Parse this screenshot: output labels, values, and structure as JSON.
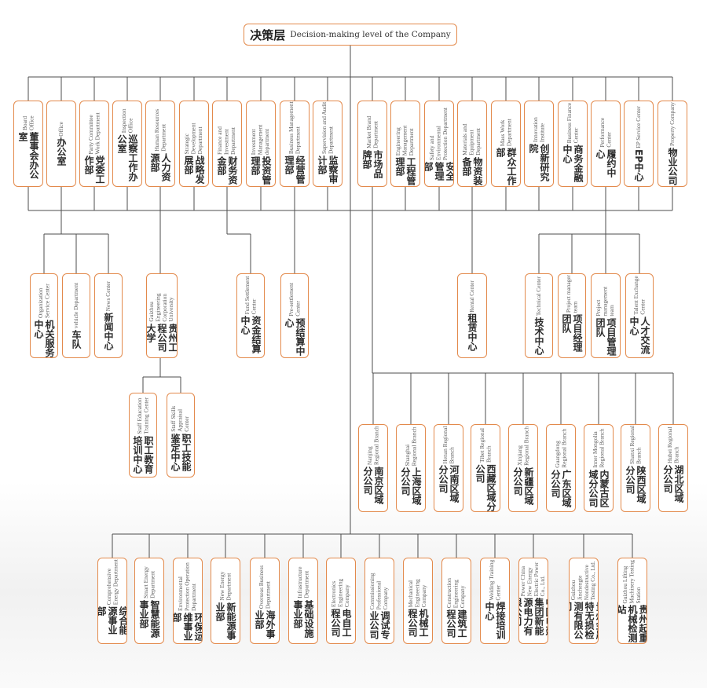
{
  "root": {
    "zh": "决策层",
    "en": "Decision-making level of the Company"
  },
  "colors": {
    "accent": "#e38a4c",
    "line": "#4d4d4d"
  },
  "departments": [
    {
      "zh": "董事会办公室",
      "en": "Board Office"
    },
    {
      "zh": "办公室",
      "en": "Office"
    },
    {
      "zh": "党委工作部",
      "en": "Party Committee Work Department"
    },
    {
      "zh": "巡察工作办公室",
      "en": "Inspection Office"
    },
    {
      "zh": "人力资源部",
      "en": "Human Resources Department"
    },
    {
      "zh": "战略发展部",
      "en": "Strategic Development Department"
    },
    {
      "zh": "财务资金部",
      "en": "Finance and Investment Department"
    },
    {
      "zh": "投资管理部",
      "en": "Investment Management department"
    },
    {
      "zh": "经营管理部",
      "en": "Business Management Department"
    },
    {
      "zh": "监察审计部",
      "en": "Supervision and Audit Department"
    },
    {
      "zh": "市场品牌部",
      "en": "Market Brand Department"
    },
    {
      "zh": "工程管理部",
      "en": "Engineering Management Department"
    },
    {
      "zh": "安全管理部",
      "en": "Safety and Environmental Protection Department"
    },
    {
      "zh": "物资装备部",
      "en": "Materials and Equipment Department"
    },
    {
      "zh": "群众工作部",
      "en": "Mass Work Department"
    },
    {
      "zh": "创新研究院",
      "en": "Innovation Institute"
    },
    {
      "zh": "商务金融中心",
      "en": "Business Finance Center"
    },
    {
      "zh": "履约中心",
      "en": "Performance Center"
    },
    {
      "zh": "EP中心",
      "en": "EP Service Center"
    },
    {
      "zh": "物业公司",
      "en": "Property Company"
    }
  ],
  "sub_units": [
    {
      "zh": "机关服务中心",
      "en": "Organization Service Center"
    },
    {
      "zh": "车队",
      "en": "vehicle Department"
    },
    {
      "zh": "新闻中心",
      "en": "News Center"
    },
    {
      "zh": "贵州工程公司大学",
      "en": "Guizhou Engineering Corporation University"
    },
    {
      "zh": "资金结算中心",
      "en": "Fund Settlement Center"
    },
    {
      "zh": "预结算中心",
      "en": "Pre-settlement Center"
    },
    {
      "zh": "租赁中心",
      "en": "Rental Center"
    },
    {
      "zh": "技术中心",
      "en": "Technical Center"
    },
    {
      "zh": "项目经理团队",
      "en": "Project manager team"
    },
    {
      "zh": "项目管理团队",
      "en": "Project management team"
    },
    {
      "zh": "人才交流中心",
      "en": "Talent Exchange Center"
    },
    {
      "zh": "职工教育培训中心",
      "en": "Staff Education Training Center"
    },
    {
      "zh": "职工技能鉴定中心",
      "en": "Staff Skills Appraisal Center"
    }
  ],
  "regional_branches": [
    {
      "zh": "南京区域分公司",
      "en": "Nanjing Regional Branch"
    },
    {
      "zh": "上海区域分公司",
      "en": "Shanghai Regional Branch"
    },
    {
      "zh": "河南区域分公司",
      "en": "Henan Regional Branch"
    },
    {
      "zh": "西藏区域分公司",
      "en": "Tibet Regional Branch"
    },
    {
      "zh": "新疆区域分公司",
      "en": "Xinjiang Regional Branch"
    },
    {
      "zh": "广东区域分公司",
      "en": "Guangdong Regional Branch"
    },
    {
      "zh": "内蒙古区域分公司",
      "en": "Inner Mongolia Regional Branch"
    },
    {
      "zh": "陕西区域分公司",
      "en": "Shanxi Regional Branch"
    },
    {
      "zh": "湖北区域分公司",
      "en": "Hubei Regional Branch"
    }
  ],
  "business_units": [
    {
      "zh": "综合能源事业部",
      "en": "Comprehensive Energy Department"
    },
    {
      "zh": "智慧能源事业部",
      "en": "Smart Energy Department"
    },
    {
      "zh": "环保运维事业部",
      "en": "Environmental Protection Operation Department"
    },
    {
      "zh": "新能源事业部",
      "en": "New Energy Department"
    },
    {
      "zh": "海外事业部",
      "en": "Overseas Business Department"
    },
    {
      "zh": "基础设施事业部",
      "en": "Infrastructure Department"
    },
    {
      "zh": "电自工程公司",
      "en": "Electronics Engineering Company"
    },
    {
      "zh": "调试专业公司",
      "en": "Commissioning Professional Company"
    },
    {
      "zh": "机械工程公司",
      "en": "Mechanical Engineering Company"
    },
    {
      "zh": "建筑工程公司",
      "en": "Construction Engineering Company"
    },
    {
      "zh": "焊接培训中心",
      "en": "Welding Training Center"
    },
    {
      "zh": "中国电建集团新能源电力有限公司",
      "en": "Power China New Energy Electric Power Co., Ltd."
    },
    {
      "zh": "贵州金晟特无损检测有限公司",
      "en": "Guizhou Jinchengte Nondestructive Testing Co., Ltd."
    },
    {
      "zh": "贵州起重机械检测站",
      "en": "Guizhou Lifting Machinery Testing Station"
    }
  ]
}
